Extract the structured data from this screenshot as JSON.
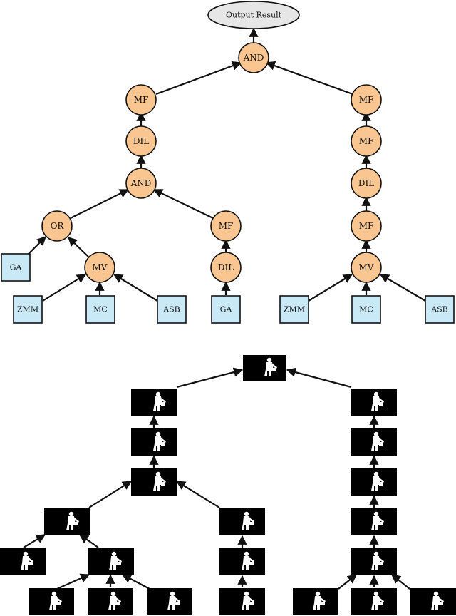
{
  "labels": {
    "output": "Output Result",
    "and": "AND",
    "or": "OR",
    "mf": "MF",
    "dil": "DIL",
    "mv": "MV",
    "ga": "GA",
    "zmm": "ZMM",
    "mc": "MC",
    "asb": "ASB"
  },
  "colors": {
    "operator_fill": "#f9c691",
    "input_fill": "#c9e9f7",
    "output_fill": "#e6e6e6",
    "mask_background": "#000000",
    "mask_foreground": "#ffffff"
  }
}
